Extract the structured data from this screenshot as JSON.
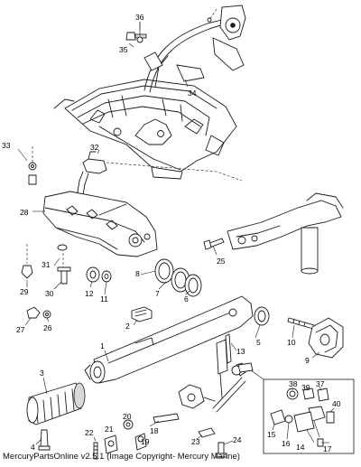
{
  "diagram": {
    "callouts": [
      "1",
      "2",
      "3",
      "4",
      "5",
      "6",
      "7",
      "8",
      "9",
      "10",
      "11",
      "12",
      "13",
      "14",
      "15",
      "16",
      "17",
      "18",
      "19",
      "20",
      "21",
      "22",
      "23",
      "24",
      "25",
      "26",
      "27",
      "28",
      "29",
      "30",
      "31",
      "32",
      "33",
      "34",
      "35",
      "36",
      "37",
      "38",
      "39",
      "40"
    ]
  },
  "footer": {
    "caption": "MercuryPartsOnline v2.5.1 (Image Copyright- Mercury Marine)"
  }
}
